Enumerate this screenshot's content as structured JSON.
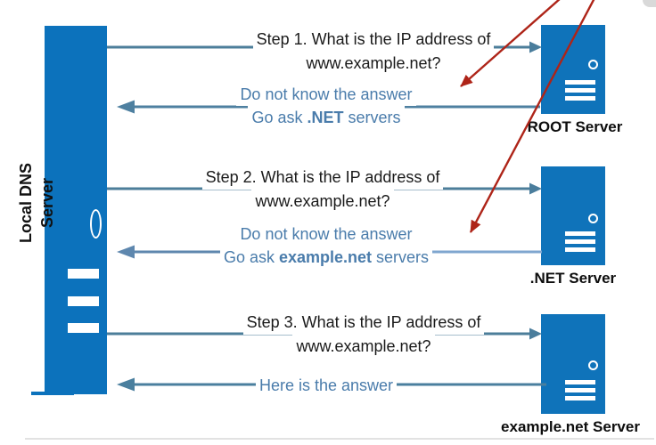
{
  "local_server": {
    "label": "Local DNS Server"
  },
  "servers": [
    {
      "label": "ROOT Server"
    },
    {
      "label": ".NET Server"
    },
    {
      "label": "example.net Server"
    }
  ],
  "steps": [
    {
      "line1": "Step 1. What is the IP address of",
      "line2": "www.example.net?"
    },
    {
      "line1": "Step 2. What is the IP address of",
      "line2": "www.example.net?"
    },
    {
      "line1": "Step 3. What is the IP address of",
      "line2": "www.example.net?"
    }
  ],
  "replies": [
    {
      "line1": "Do not know the answer",
      "line2_prefix": "Go ask ",
      "line2_bold": ".NET",
      "line2_suffix": " servers"
    },
    {
      "line1": "Do not know the answer",
      "line2_prefix": "Go ask ",
      "line2_bold": "example.net",
      "line2_suffix": " servers"
    },
    {
      "line1": "Here is the answer"
    }
  ],
  "colors": {
    "server_blue": "#0C72BC",
    "query_arrow_teal": "#4C7E9A",
    "reply_arrow_teal": "#4E80A0",
    "reply_arrow_light_blue": "#7FA6CF",
    "reply_text_blue": "#4A7CAB",
    "annotation_red": "#AE2418"
  }
}
